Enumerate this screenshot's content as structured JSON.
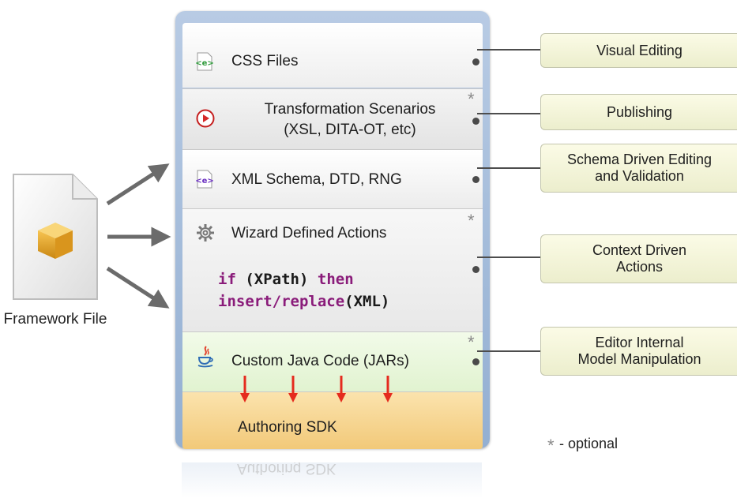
{
  "framework_file": {
    "label": "Framework File",
    "icon": "framework-file-icon"
  },
  "sections": {
    "css": {
      "label": "CSS Files",
      "icon": "css-file-icon"
    },
    "transformation": {
      "line1": "Transformation Scenarios",
      "line2": "(XSL, DITA-OT, etc)",
      "icon": "play-icon",
      "optional": "*"
    },
    "xml_schema": {
      "label": "XML Schema, DTD, RNG",
      "icon": "xml-schema-icon"
    },
    "wizard": {
      "label": "Wizard Defined Actions",
      "icon": "gear-icon",
      "optional": "*",
      "code": {
        "if": "if",
        "xpath": "(XPath)",
        "then": "then",
        "insert": "insert/replace",
        "xml": "(XML)"
      }
    },
    "java": {
      "label": "Custom Java Code (JARs)",
      "icon": "java-icon",
      "optional": "*"
    },
    "sdk": {
      "label": "Authoring SDK"
    }
  },
  "right_boxes": {
    "visual": "Visual Editing",
    "publishing": "Publishing",
    "schema_line1": "Schema Driven Editing",
    "schema_line2": "and Validation",
    "context_line1": "Context Driven",
    "context_line2": "Actions",
    "model_line1": "Editor Internal",
    "model_line2": "Model Manipulation"
  },
  "reflection_text": "Authoring SDK",
  "legend": {
    "symbol": "*",
    "text": "- optional"
  },
  "colors": {
    "panel_frame": "#a9c0de",
    "sdk_fill": "#f6d48e",
    "java_fill": "#e8f6da",
    "box_fill": "#f4f5d9",
    "arrow_gray": "#6b6b6b",
    "arrow_red": "#e52b1e",
    "code_keyword": "#8a1c7a"
  }
}
